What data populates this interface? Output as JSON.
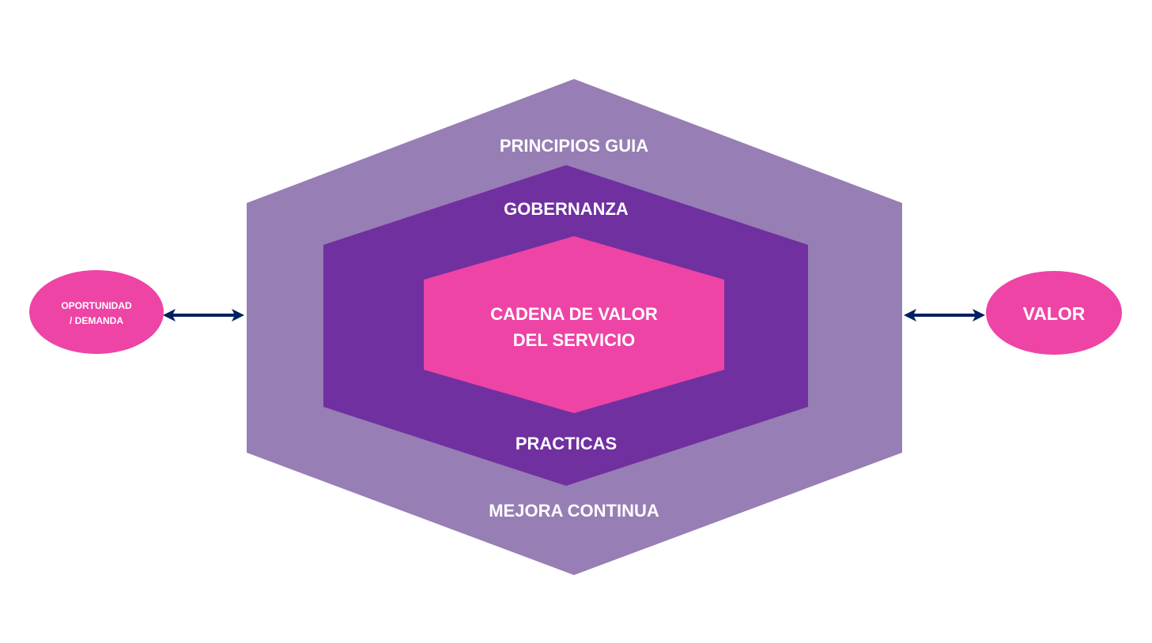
{
  "layers": {
    "outer": {
      "label_top": "PRINCIPIOS GUIA",
      "label_bottom": "MEJORA CONTINUA",
      "color": "#977EB4"
    },
    "middle": {
      "label_top": "GOBERNANZA",
      "label_bottom": "PRACTICAS",
      "color": "#7030A0"
    },
    "inner": {
      "line1": "CADENA DE VALOR",
      "line2": "DEL SERVICIO",
      "color": "#EE44A6"
    }
  },
  "input": {
    "line1": "OPORTUNIDAD",
    "line2": "/ DEMANDA",
    "color": "#EE44A6"
  },
  "output": {
    "label": "VALOR",
    "color": "#EE44A6"
  },
  "arrow_color": "#002060"
}
